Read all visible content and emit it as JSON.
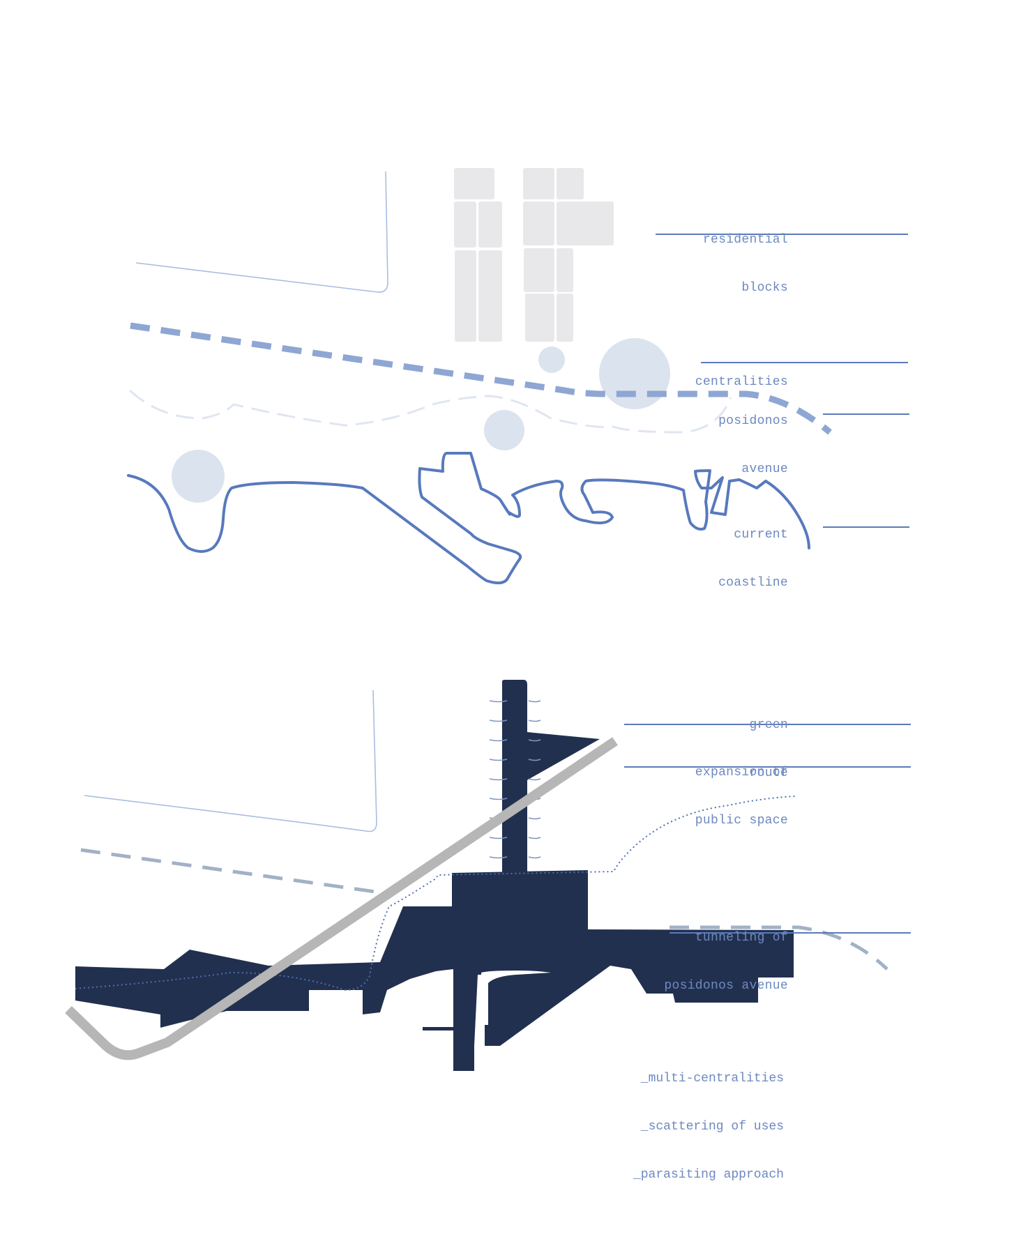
{
  "colors": {
    "coast": "#5879bd",
    "centrality": "#dbe3ee",
    "block": "#e8e8ea",
    "avenue": "#8ea6d3",
    "avenue_faint": "#dfe6f1",
    "road_thin": "#a9bde0",
    "public_space": "#22304f",
    "tunnel_path": "#b6b6b6",
    "label": "#6d89c0",
    "leader": "#5b7ab8"
  },
  "top_diagram": {
    "labels": {
      "residential_blocks": [
        "residential",
        "blocks"
      ],
      "centralities": [
        "centralities"
      ],
      "posidonos_avenue": [
        "posidonos",
        "avenue"
      ],
      "current_coastline": [
        "current",
        "coastline"
      ]
    }
  },
  "bottom_diagram": {
    "labels": {
      "green_route": [
        "green",
        "route"
      ],
      "expansion_of_public_space": [
        "expansion of",
        "public space"
      ],
      "tunneling_of_posidonos_avenue": [
        "tunneling of",
        "posidonos avenue"
      ]
    },
    "notes": [
      "_multi-centralities",
      "_scattering of uses",
      "_parasiting approach"
    ]
  }
}
